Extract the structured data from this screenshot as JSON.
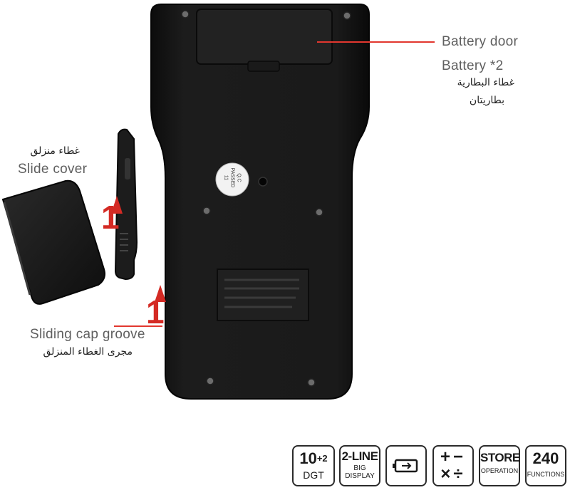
{
  "labels": {
    "battery_door": "Battery door",
    "battery_count": "Battery *2",
    "battery_door_ar": "غطاء البطارية",
    "batteries_ar": "بطاريتان",
    "slide_cover_ar": "غطاء منزلق",
    "slide_cover": "Slide cover",
    "sliding_cap_groove": "Sliding cap groove",
    "sliding_cap_groove_ar": "مجرى الغطاء المنزلق"
  },
  "markers": {
    "step_upper": "1",
    "step_lower": "1"
  },
  "sticker": {
    "line1": "Q.C",
    "line2": "PASSED",
    "line3": "11"
  },
  "features": {
    "digits_main": "10",
    "digits_sup": "+2",
    "digits_sub": "DGT",
    "lines_main": "2-LINE",
    "lines_sub1": "BIG",
    "lines_sub2": "DISPLAY",
    "ops_top": "+−",
    "ops_bottom": "×÷",
    "store_main": "STORE",
    "store_sub": "OPERATION",
    "functions_main": "240",
    "functions_sub": "FUNCTIONS"
  },
  "colors": {
    "leader_line": "#e2372f",
    "marker": "#d42a24",
    "device_body": "#141414"
  }
}
